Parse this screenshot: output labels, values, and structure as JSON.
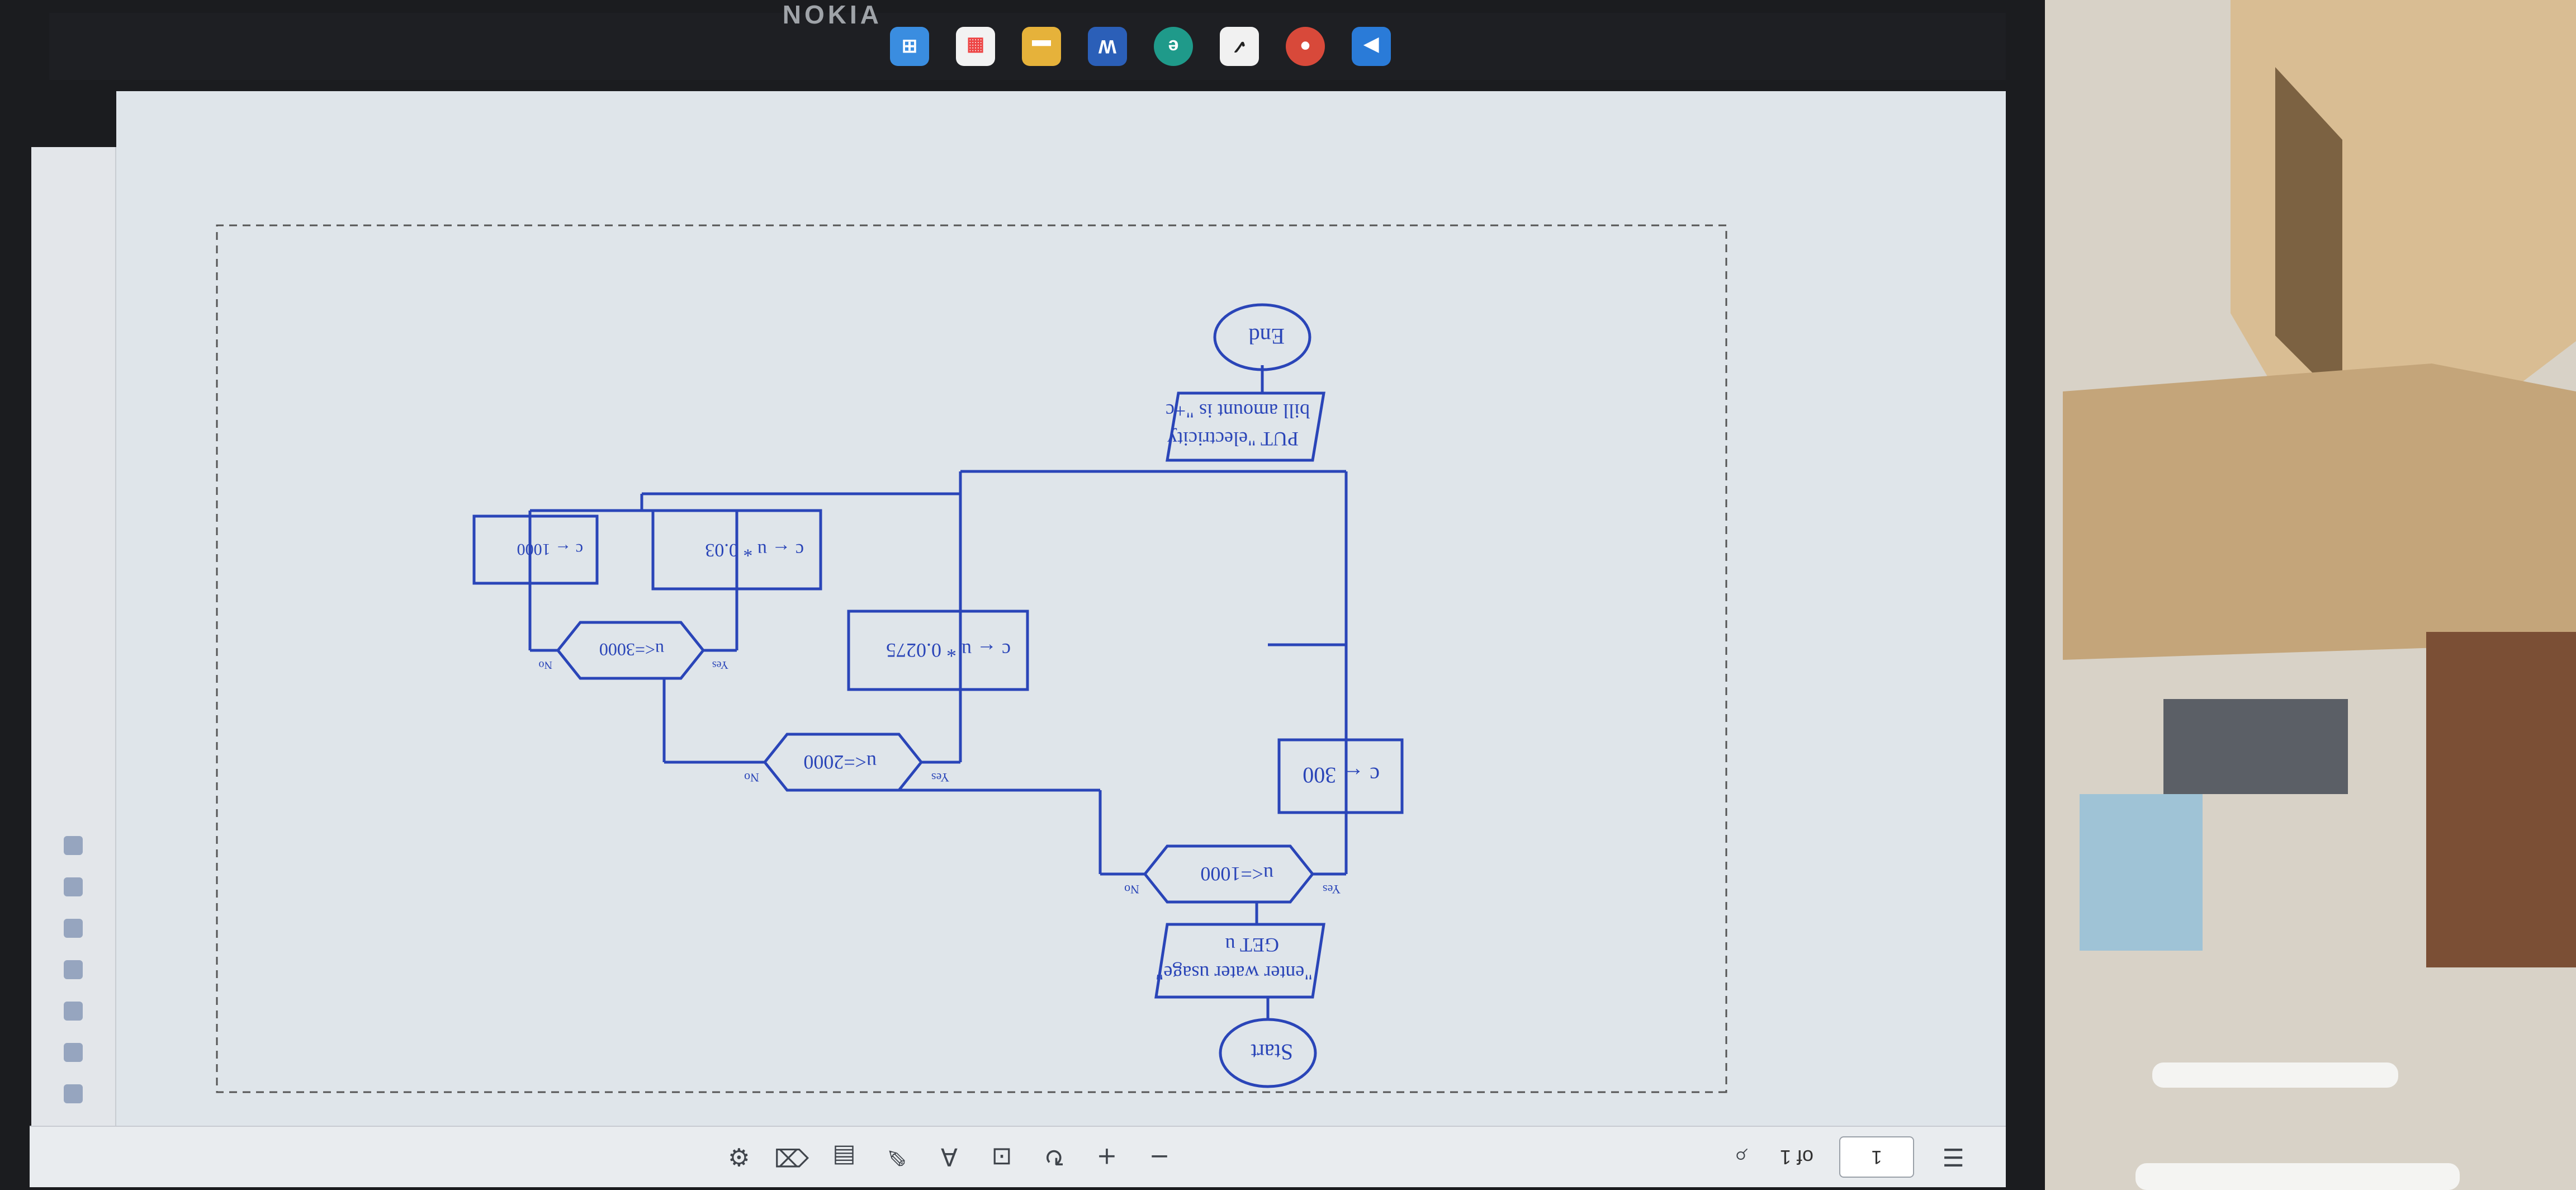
{
  "viewer": {
    "page_number": "1",
    "page_total": "of 1"
  },
  "device": {
    "brand": "NOKIA"
  },
  "flowchart": {
    "start": "Start",
    "input_line1": "\"enter water usage\"",
    "input_line2": "GET u",
    "decision1": "u<=1000",
    "decision2": "u<=2000",
    "decision3": "u<=3000",
    "yes": "Yes",
    "no": "No",
    "assign1": "c ← 300",
    "assign2": "c ← u * 0.0275",
    "assign3": "c ← u * 0.03",
    "assign4": "c ← 1000",
    "output_line1": "PUT \"electricity",
    "output_line2": "bill amount is \"+c",
    "end": "End"
  },
  "colors": {
    "flow_blue": "#2a45b8",
    "page_bg": "#dfe5ea",
    "toolbar_bg": "#e9ecef",
    "taskbar_bg": "#1e1f23"
  },
  "icons": {
    "toolbar": [
      "menu-icon",
      "search-icon",
      "zoom-out-icon",
      "zoom-in-icon",
      "rotate-icon",
      "fit-page-icon",
      "text-icon",
      "draw-icon",
      "highlight-icon",
      "erase-icon",
      "settings-icon"
    ],
    "taskbar": [
      "start-icon",
      "file-explorer-icon",
      "word-icon",
      "edge-icon",
      "app-icon",
      "chrome-icon",
      "media-icon"
    ]
  }
}
